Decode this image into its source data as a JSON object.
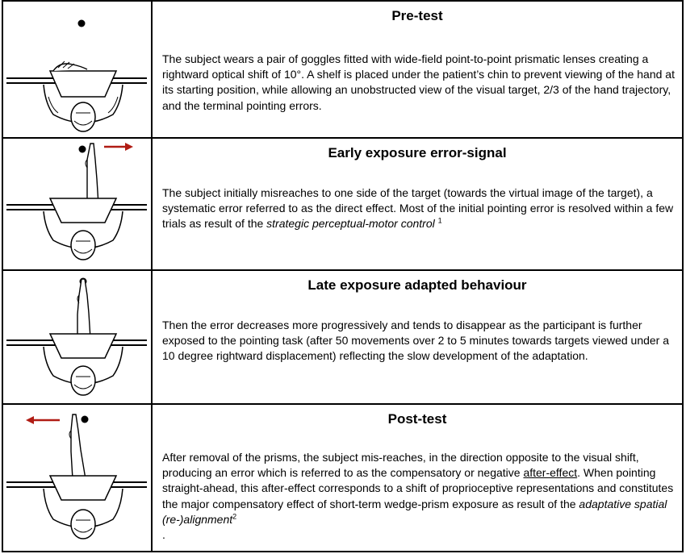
{
  "rows": [
    {
      "title": "Pre-test",
      "text_parts": [
        "The subject wears a pair of goggles fitted with wide-field point-to-point prismatic lenses creating a rightward optical shift of 10°. A shelf is placed under the patient’s chin to prevent viewing of the hand at its starting position, while allowing an unobstructed view of the visual target, 2/3 of the hand trajectory, and the terminal pointing errors."
      ]
    },
    {
      "title": "Early exposure error-signal",
      "text_parts": [
        "The subject initially misreaches to one side of the target (towards the virtual image of the target), a systematic error referred to as the direct effect. Most of the initial pointing error is resolved within a few trials as result of the ",
        "strategic perceptual-motor control",
        "1"
      ]
    },
    {
      "title": "Late exposure adapted behaviour",
      "text_parts": [
        "Then the error decreases more progressively and tends to disappear as the participant is further exposed to the pointing task (after 50 movements over 2 to 5 minutes towards targets viewed under a 10 degree rightward displacement) reflecting the slow development of the adaptation."
      ]
    },
    {
      "title": "Post-test",
      "text_parts": [
        "After removal of the prisms, the subject mis-reaches, in the direction opposite to the visual shift, producing an error which is referred to as the compensatory or negative ",
        "after-effect",
        ". When pointing straight-ahead, this after-effect corresponds to a shift of proprioceptive representations and constitutes the major compensatory effect of short-term wedge-prism exposure as result of the ",
        "adaptative spatial (re-)alignment",
        "2",
        "."
      ]
    }
  ],
  "colors": {
    "arrow": "#b01c14",
    "line": "#000000"
  },
  "icons": [
    "target-dot-icon",
    "error-arrow-icon",
    "subject-figure-icon"
  ]
}
